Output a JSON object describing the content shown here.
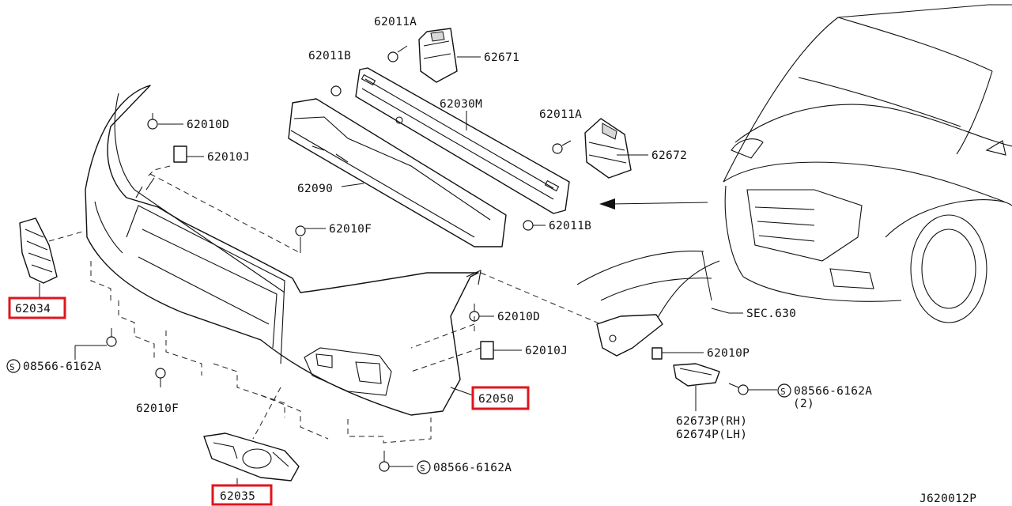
{
  "diagram": {
    "code": "J620012P",
    "highlight_color": "#e0141e",
    "labels": {
      "p62011A_top": "62011A",
      "p62011B_top": "62011B",
      "p62671": "62671",
      "p62030M": "62030M",
      "p62011A_mid": "62011A",
      "p62672": "62672",
      "p62010D_top": "62010D",
      "p62010J_top": "62010J",
      "p62090": "62090",
      "p62010F_top": "62010F",
      "p62011B_bot": "62011B",
      "p62034": "62034",
      "p62010D_mid": "62010D",
      "p62010J_mid": "62010J",
      "p62010P": "62010P",
      "sec630": "SEC.630",
      "screw_left": "08566-6162A",
      "p62010F_bot": "62010F",
      "p62050": "62050",
      "screw_right": "08566-6162A",
      "screw_right_qty": "(2)",
      "p62673P": "62673P(RH)",
      "p62674P": "62674P(LH)",
      "p62035": "62035",
      "screw_bottom": "08566-6162A",
      "screw_symbol": "S"
    }
  }
}
